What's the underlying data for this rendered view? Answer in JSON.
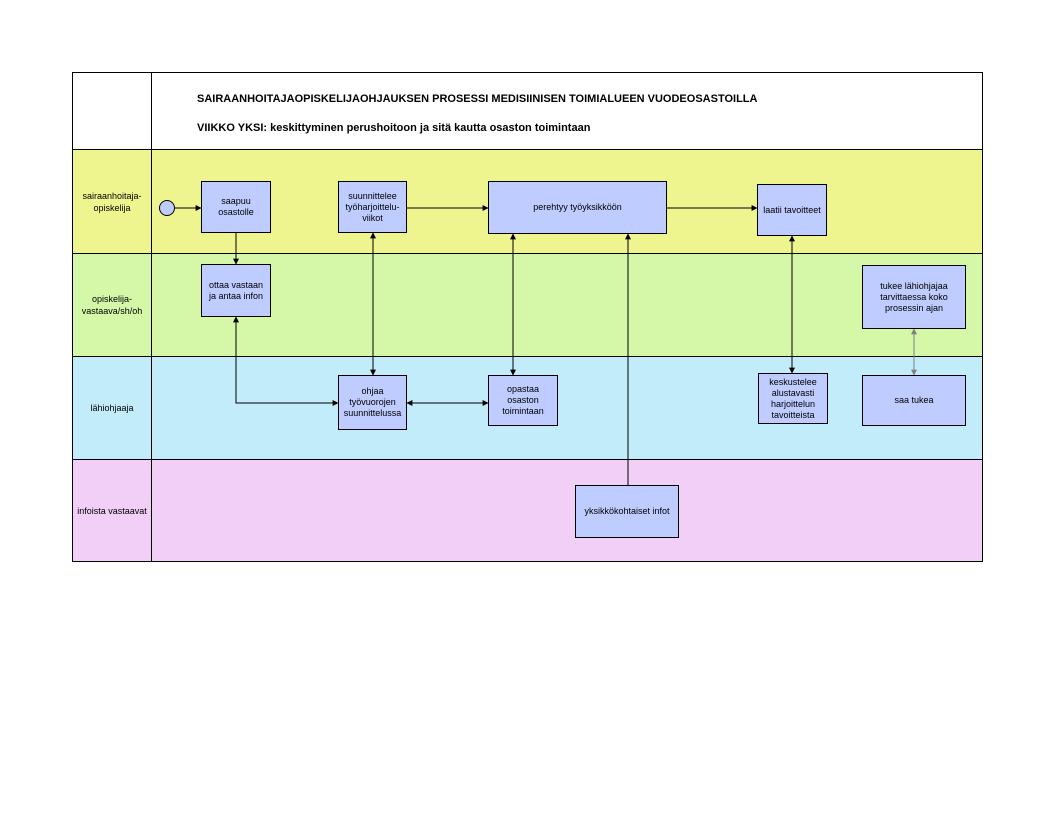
{
  "title": {
    "line1": "SAIRAANHOITAJAOPISKELIJAOHJAUKSEN PROSESSI MEDISIINISEN TOIMIALUEEN VUODEOSASTOILLA",
    "line2": "VIIKKO YKSI: keskittyminen perushoitoon ja sitä kautta osaston toimintaan"
  },
  "lanes": [
    {
      "label": "sairaanhoitaja-\nopiskelija",
      "color": "#eef58f"
    },
    {
      "label": "opiskelija-\nvastaava/sh/oh",
      "color": "#d4f8a8"
    },
    {
      "label": "lähiohjaaja",
      "color": "#c2ecfa"
    },
    {
      "label": "infoista vastaavat",
      "color": "#f1cff7"
    }
  ],
  "nodes": {
    "saapuu": "saapuu\nosastolle",
    "suunnittelee": "suunnittelee\ntyöharjoittelu-\nviikot",
    "perehtyy": "perehtyy työyksikköön",
    "laatii": "laatii tavoitteet",
    "ottaa": "ottaa vastaan\nja antaa infon",
    "tukee": "tukee lähiohjajaa\ntarvittaessa koko\nprosessin ajan",
    "ohjaa": "ohjaa\ntyövuorojen\nsuunnittelussa",
    "opastaa": "opastaa\nosaston\ntoimintaan",
    "keskustelee": "keskustelee\nalustavasti\nharjoittelun\ntavoitteista",
    "saa_tukea": "saa tukea",
    "yksikko": "yksikkökohtaiset infot"
  },
  "colors": {
    "box_fill": "#bfccff",
    "arrow": "#000000",
    "arrow_gray": "#808080"
  }
}
